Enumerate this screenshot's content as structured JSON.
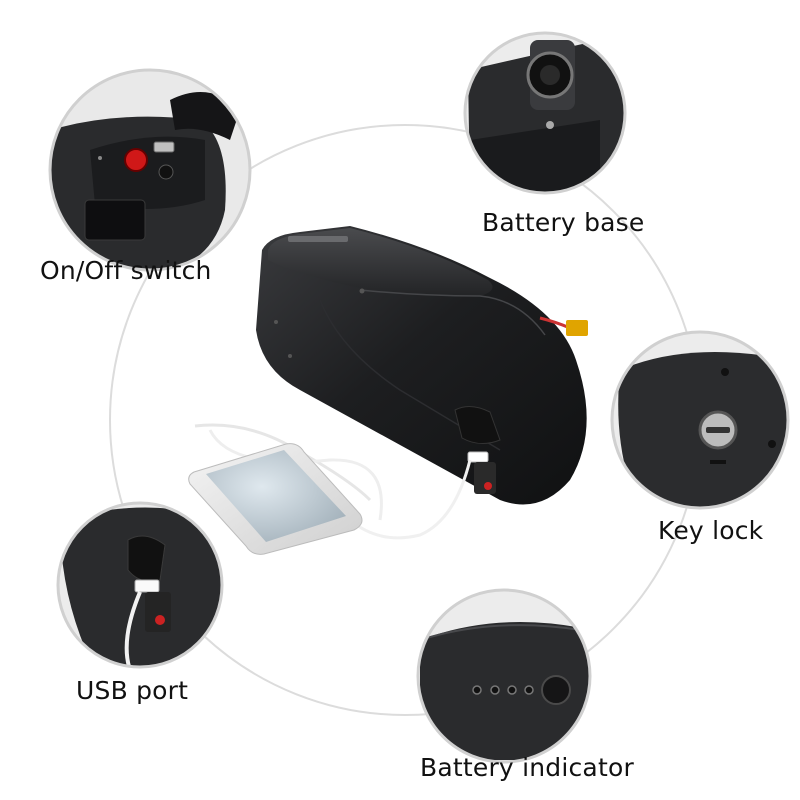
{
  "callouts": {
    "on_off": "On/Off switch",
    "battery_base": "Battery base",
    "key_lock": "Key lock",
    "usb_port": "USB port",
    "battery_indicator": "Battery indicator"
  },
  "colors": {
    "battery_body": "#1c1d1f",
    "ring": "#d9d9d9",
    "switch_red": "#d01818"
  },
  "icons": [
    "power-switch",
    "usb-port",
    "key-lock",
    "battery-indicator-leds",
    "battery-base-mount"
  ]
}
